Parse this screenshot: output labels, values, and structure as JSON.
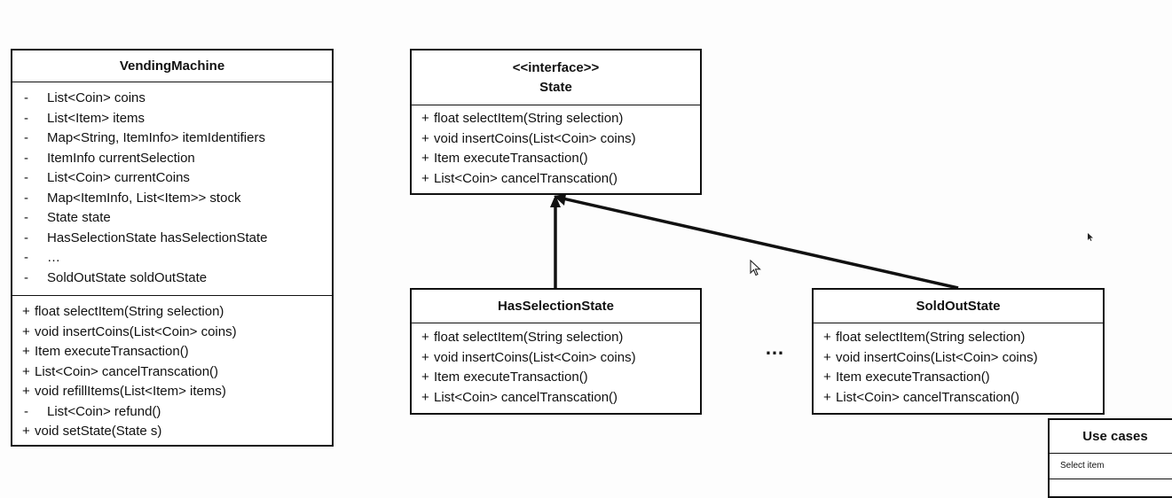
{
  "vending_machine": {
    "name": "VendingMachine",
    "attributes": [
      {
        "vis": "-",
        "text": "List<Coin> coins"
      },
      {
        "vis": "-",
        "text": "List<Item> items"
      },
      {
        "vis": "-",
        "text": "Map<String, ItemInfo> itemIdentifiers"
      },
      {
        "vis": "-",
        "text": "ItemInfo currentSelection"
      },
      {
        "vis": "-",
        "text": "List<Coin> currentCoins"
      },
      {
        "vis": "-",
        "text": "Map<ItemInfo, List<Item>> stock"
      },
      {
        "vis": "-",
        "text": "State state"
      },
      {
        "vis": "-",
        "text": "HasSelectionState hasSelectionState"
      },
      {
        "vis": "-",
        "text": "…"
      },
      {
        "vis": "-",
        "text": "SoldOutState soldOutState"
      }
    ],
    "operations": [
      {
        "vis": "+",
        "text": "float selectItem(String selection)"
      },
      {
        "vis": "+",
        "text": "void insertCoins(List<Coin> coins)"
      },
      {
        "vis": "+",
        "text": "Item executeTransaction()"
      },
      {
        "vis": "+",
        "text": "List<Coin> cancelTranscation()"
      },
      {
        "vis": "+",
        "text": "void refillItems(List<Item> items)"
      },
      {
        "vis": "-",
        "text": "List<Coin> refund()"
      },
      {
        "vis": "+",
        "text": "void setState(State s)"
      }
    ]
  },
  "state_interface": {
    "stereotype": "<<interface>>",
    "name": "State",
    "operations": [
      {
        "vis": "+",
        "text": "float selectItem(String selection)"
      },
      {
        "vis": "+",
        "text": "void insertCoins(List<Coin> coins)"
      },
      {
        "vis": "+",
        "text": "Item executeTransaction()"
      },
      {
        "vis": "+",
        "text": "List<Coin> cancelTranscation()"
      }
    ]
  },
  "has_selection_state": {
    "name": "HasSelectionState",
    "operations": [
      {
        "vis": "+",
        "text": "float selectItem(String selection)"
      },
      {
        "vis": "+",
        "text": "void insertCoins(List<Coin> coins)"
      },
      {
        "vis": "+",
        "text": "Item executeTransaction()"
      },
      {
        "vis": "+",
        "text": "List<Coin> cancelTranscation()"
      }
    ]
  },
  "sold_out_state": {
    "name": "SoldOutState",
    "operations": [
      {
        "vis": "+",
        "text": "float selectItem(String selection)"
      },
      {
        "vis": "+",
        "text": "void insertCoins(List<Coin> coins)"
      },
      {
        "vis": "+",
        "text": "Item executeTransaction()"
      },
      {
        "vis": "+",
        "text": "List<Coin> cancelTranscation()"
      }
    ]
  },
  "ellipsis": "…",
  "use_cases": {
    "title": "Use cases",
    "items": [
      "Select item"
    ]
  }
}
